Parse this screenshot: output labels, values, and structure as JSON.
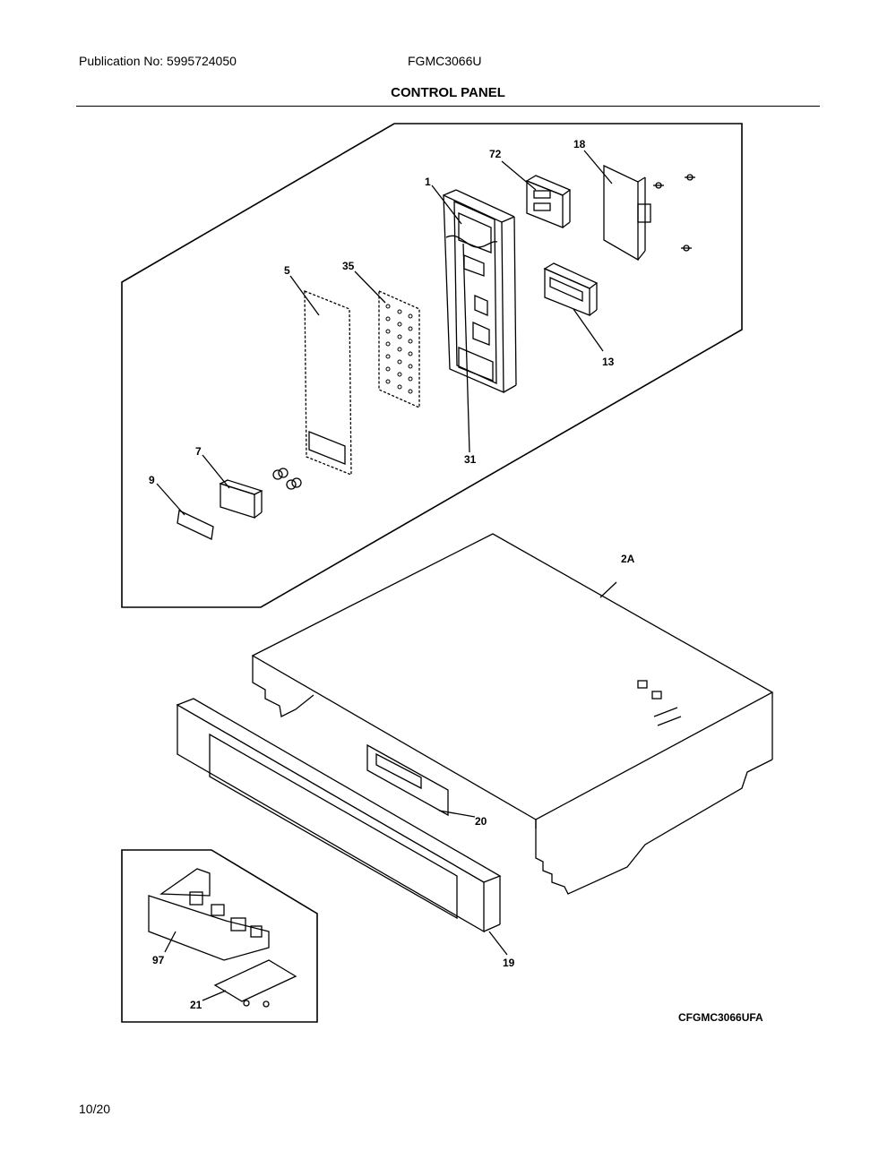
{
  "header": {
    "publication": "Publication No: 5995724050",
    "model": "FGMC3066U",
    "section_title": "CONTROL PANEL"
  },
  "callouts": {
    "c1": "1",
    "c2a": "2A",
    "c5": "5",
    "c7": "7",
    "c9": "9",
    "c13": "13",
    "c18": "18",
    "c19": "19",
    "c20": "20",
    "c21": "21",
    "c31": "31",
    "c35": "35",
    "c72": "72",
    "c97": "97"
  },
  "footer": {
    "drawing_id": "CFGMC3066UFA",
    "page": "10/20"
  }
}
